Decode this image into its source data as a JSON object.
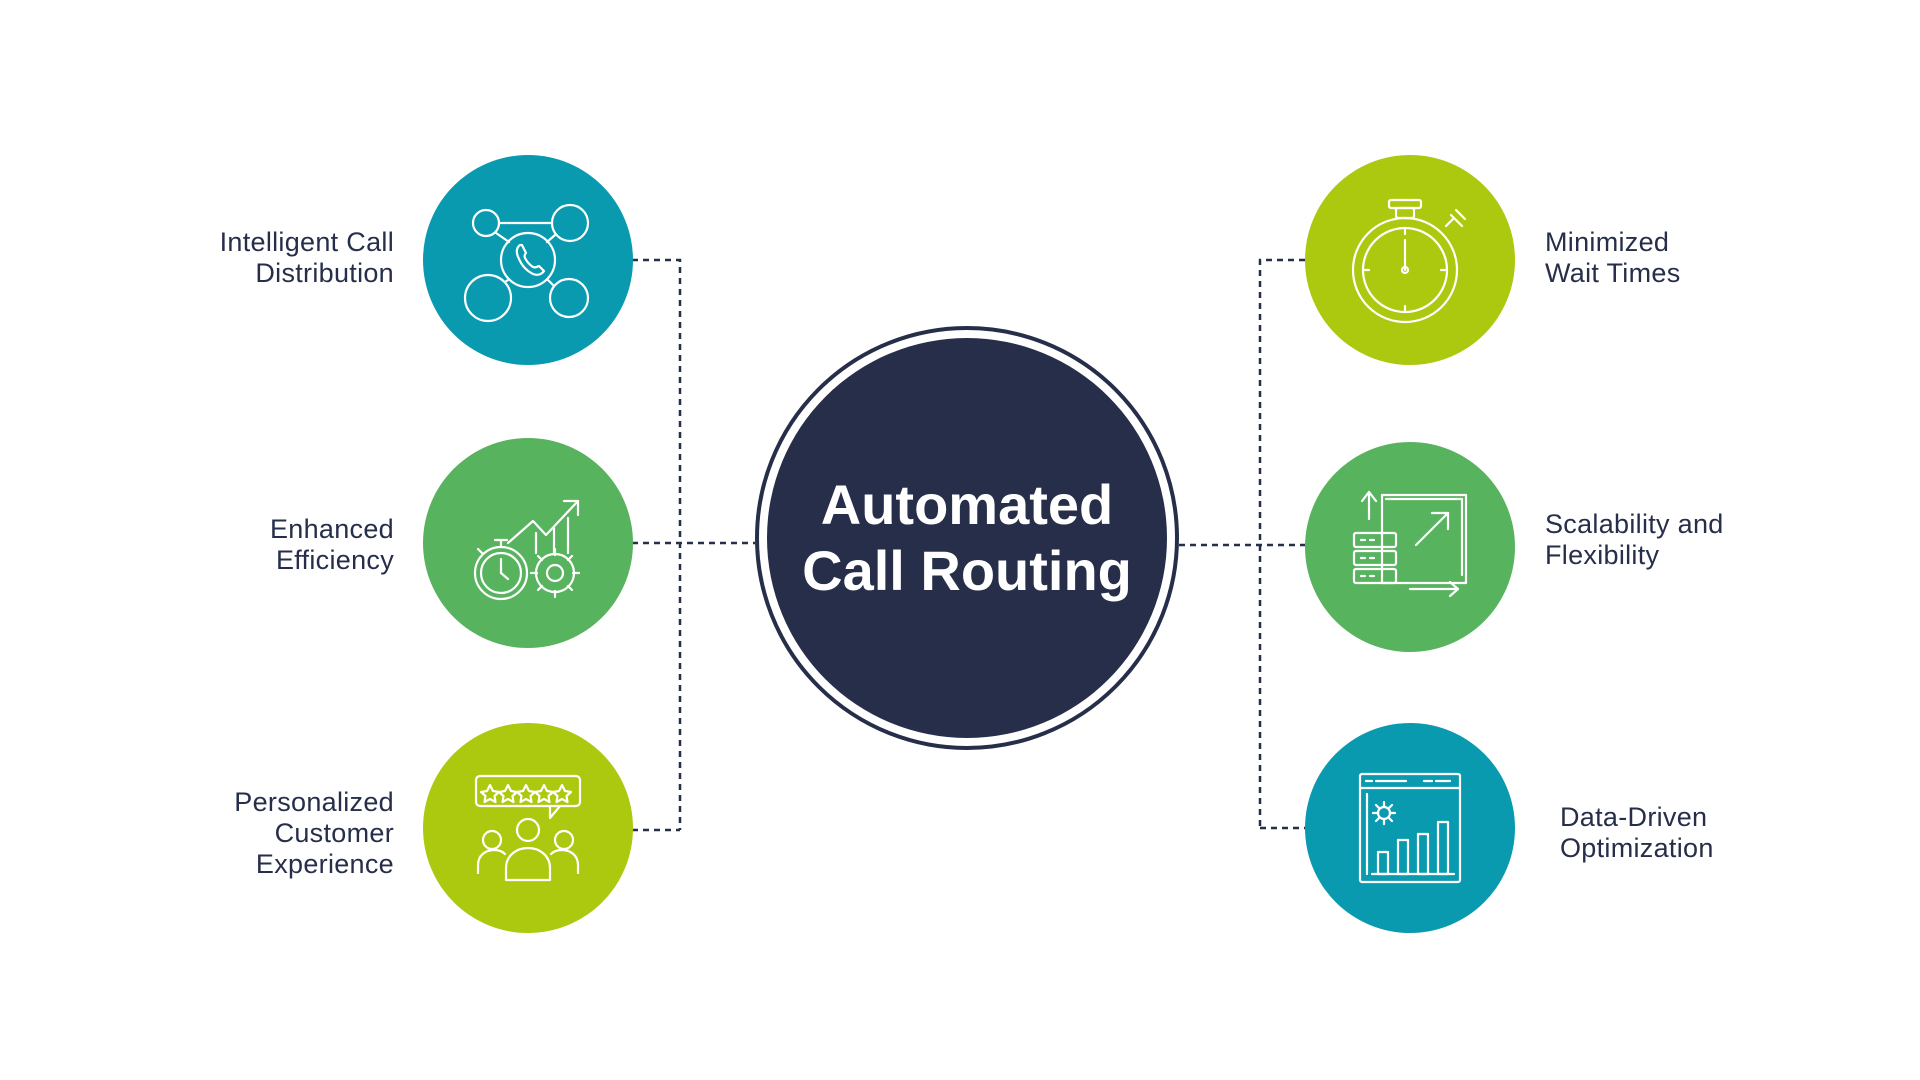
{
  "title": {
    "line1": "Automated",
    "line2": "Call Routing"
  },
  "colors": {
    "navy": "#262e4a",
    "teal": "#0a9ab0",
    "green": "#58b35f",
    "lime": "#acc90f"
  },
  "left_items": [
    {
      "line1": "Intelligent Call",
      "line2": "Distribution",
      "icon": "phone-network-icon",
      "color": "#0a9ab0"
    },
    {
      "line1": "Enhanced",
      "line2": "Efficiency",
      "icon": "stopwatch-gear-growth-icon",
      "color": "#58b35f"
    },
    {
      "line1": "Personalized",
      "line2": "Customer",
      "line3": "Experience",
      "icon": "customer-rating-icon",
      "color": "#acc90f"
    }
  ],
  "right_items": [
    {
      "line1": "Minimized",
      "line2": "Wait Times",
      "icon": "stopwatch-icon",
      "color": "#acc90f"
    },
    {
      "line1": "Scalability and",
      "line2": "Flexibility",
      "icon": "server-scaling-icon",
      "color": "#58b35f"
    },
    {
      "line1": "Data-Driven",
      "line2": "Optimization",
      "icon": "dashboard-chart-icon",
      "color": "#0a9ab0"
    }
  ]
}
